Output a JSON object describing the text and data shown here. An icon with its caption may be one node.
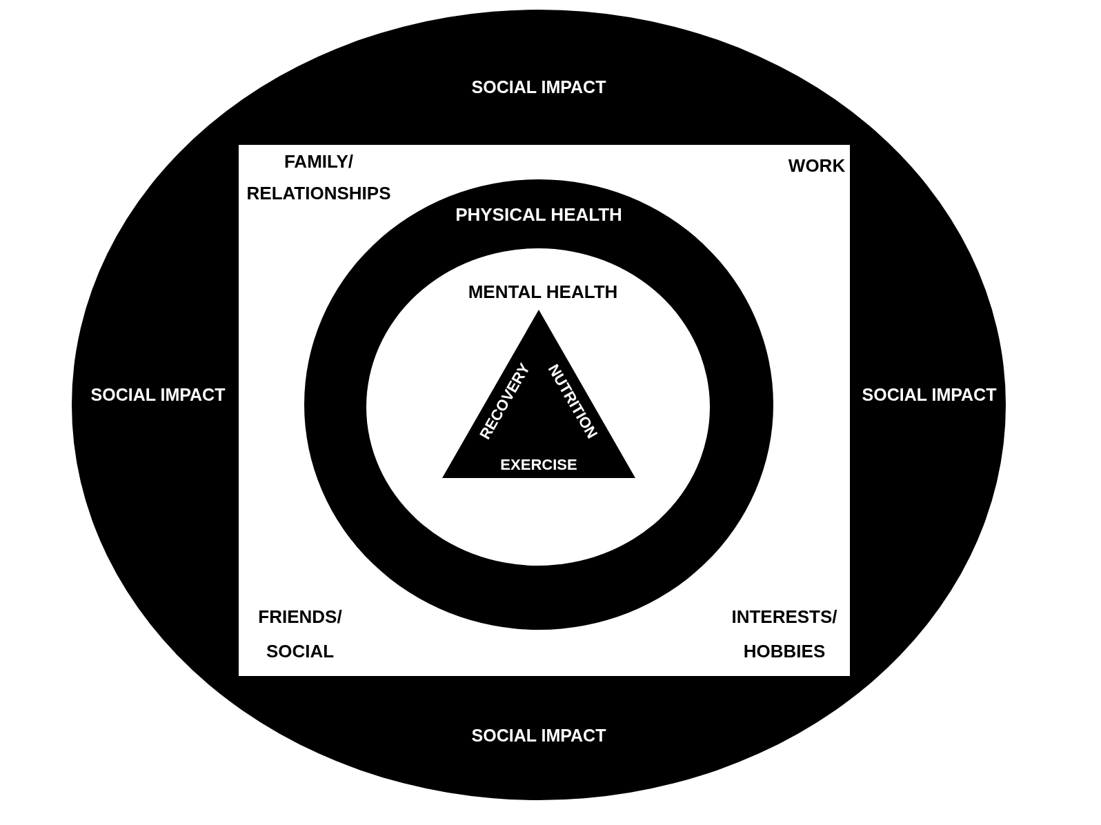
{
  "diagram": {
    "nodes": [
      {
        "text": [
          "SOCIAL IMPACT",
          "SOCIAL IMPACT",
          "SOCIAL IMPACT",
          "SOCIAL IMPACT"
        ]
      },
      {
        "text": [
          "FAMILY/ RELATIONSHIPS",
          "WORK",
          "FRIENDS/ SOCIAL",
          "INTERESTS/ HOBBIES"
        ],
        "in": 0
      },
      {
        "text": [
          "PHYSICAL HEALTH"
        ],
        "in": 1
      },
      {
        "text": [
          "MENTAL HEALTH"
        ],
        "in": 2
      },
      {
        "text": [
          "RECOVERY",
          "NUTRITION",
          "EXERCISE"
        ],
        "in": 3
      }
    ]
  }
}
